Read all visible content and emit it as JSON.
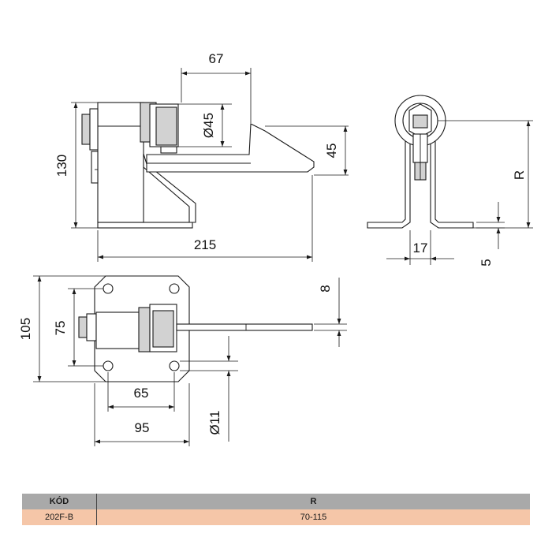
{
  "dimensions": {
    "d67": "67",
    "d45dia": "Ø45",
    "d130": "130",
    "d45": "45",
    "d215": "215",
    "dR": "R",
    "d17": "17",
    "d5": "5",
    "d105": "105",
    "d75": "75",
    "d8": "8",
    "d65": "65",
    "d95": "95",
    "d11dia": "Ø11"
  },
  "table": {
    "headers": [
      "KÓD",
      "R"
    ],
    "rows": [
      [
        "202F-B",
        "70-115"
      ]
    ]
  },
  "colors": {
    "header_bg": "#a9a9a9",
    "row_bg": "#f5c6a8"
  }
}
